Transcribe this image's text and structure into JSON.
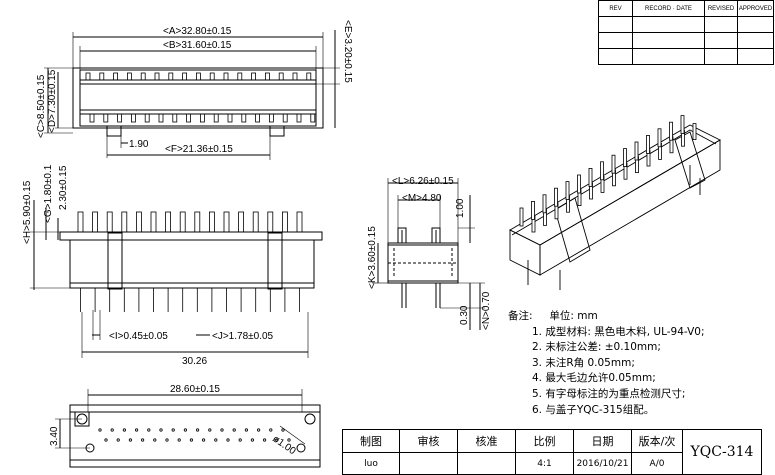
{
  "revision_table": {
    "headers": [
      "REV",
      "RECORD · DATE",
      "REVISED",
      "APPROVED"
    ],
    "rows": [
      [
        "",
        "",
        "",
        ""
      ],
      [
        "",
        "",
        "",
        ""
      ],
      [
        "",
        "",
        "",
        ""
      ]
    ]
  },
  "dimensions": {
    "A": "<A>32.80±0.15",
    "B": "<B>31.60±0.15",
    "C": "<C>8.50±0.15",
    "D": "<D>7.30±0.15",
    "E": "<E>3.20±0.15",
    "F": "<F>21.36±0.15",
    "pitch_small": "1.90",
    "H": "<H>5.90±0.15",
    "G": "<G>1.80±0.1",
    "g2": "2.30±0.15",
    "I": "<I>0.45±0.05",
    "J": "<J>1.78±0.05",
    "total": "30.26",
    "L": "<L>6.26±0.15",
    "M": "<M>4.80",
    "K": "<K>3.60±0.15",
    "side_top": "1.00",
    "N": "<N>0.70",
    "side_bottom": "0.30",
    "bottom_width": "28.60±0.15",
    "bottom_height": "3.40",
    "hole": "ø1.00"
  },
  "notes": {
    "heading": "备注:",
    "unit": "单位: mm",
    "items": [
      "1. 成型材料: 黑色电木料, UL-94-V0;",
      "2. 未标注公差: ±0.10mm;",
      "3. 未注R角 0.05mm;",
      "4. 最大毛边允许0.05mm;",
      "5. 有字母标注的为重点检测尺寸;",
      "6. 与盖子YQC-315组配。"
    ]
  },
  "title_block": {
    "headers": [
      "制图",
      "审核",
      "核准",
      "比例",
      "日期",
      "版本/次"
    ],
    "values": [
      "luo",
      "",
      "",
      "4:1",
      "2016/10/21",
      "A/0"
    ],
    "part_number": "YQC-314"
  }
}
